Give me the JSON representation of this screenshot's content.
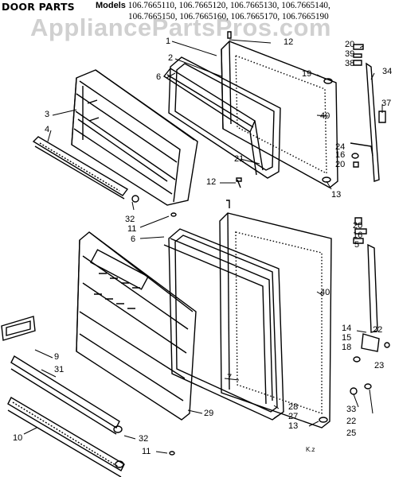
{
  "header": {
    "title": "DOOR PARTS",
    "models_label": "Models",
    "models_line1": "106.7665110, 106.7665120, 106.7665130, 106.7665140,",
    "models_line2": "106.7665150, 106.7665160, 106.7665170, 106.7665190"
  },
  "watermark": "AppliancePartsPros.com",
  "labels": [
    "1",
    "2",
    "3",
    "4",
    "5",
    "6",
    "6",
    "7",
    "9",
    "10",
    "11",
    "11",
    "12",
    "12",
    "13",
    "13",
    "14",
    "15",
    "16",
    "16",
    "18",
    "19",
    "20",
    "20",
    "20",
    "21",
    "22",
    "22",
    "23",
    "24",
    "25",
    "27",
    "28",
    "29",
    "31",
    "32",
    "32",
    "33",
    "34",
    "37",
    "38",
    "39",
    "40",
    "40"
  ],
  "corner_mark": "K.z",
  "colors": {
    "line": "#000000",
    "background": "#ffffff",
    "watermark": "#969696"
  }
}
